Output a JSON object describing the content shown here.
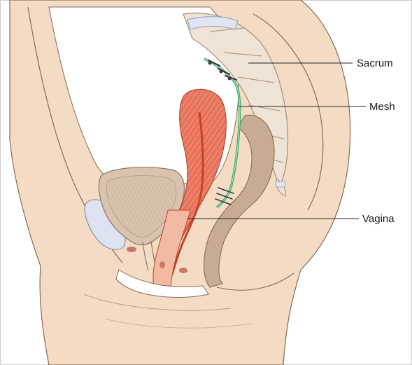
{
  "figure": {
    "labels": {
      "sacrum": "Sacrum",
      "mesh": "Mesh",
      "vagina": "Vagina"
    },
    "colors": {
      "skin": "#f4dcc4",
      "skin_outline": "#8a6a50",
      "bone": "#efe3d5",
      "bone_outline": "#a58f78",
      "disc": "#dfe6f2",
      "bladder": "#d9c2ae",
      "bladder_outline": "#8e7864",
      "uterus": "#e8735a",
      "uterus_light": "#f2b9a3",
      "rectum": "#c9ad94",
      "mesh": "#3aa86a",
      "pubic_bone": "#dde3f0",
      "staple": "#3a3a3a",
      "cavity": "#ffffff"
    }
  }
}
